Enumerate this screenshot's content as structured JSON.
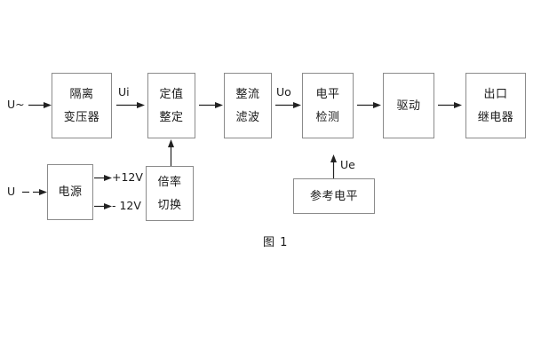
{
  "diagram": {
    "caption": "图 1",
    "blocks": [
      {
        "id": "isolation-transformer",
        "line1": "隔离",
        "line2": "变压器"
      },
      {
        "id": "setting-value",
        "line1": "定值",
        "line2": "整定"
      },
      {
        "id": "rectify-filter",
        "line1": "整流",
        "line2": "滤波"
      },
      {
        "id": "level-detection",
        "line1": "电平",
        "line2": "检测"
      },
      {
        "id": "drive",
        "line1": "驱动",
        "line2": ""
      },
      {
        "id": "output-relay",
        "line1": "出口",
        "line2": "继电器"
      },
      {
        "id": "power-supply",
        "line1": "电源",
        "line2": ""
      },
      {
        "id": "multiplier-switch",
        "line1": "倍率",
        "line2": "切换"
      },
      {
        "id": "reference-level",
        "line1": "参考电平",
        "line2": ""
      }
    ],
    "signals": {
      "input_ac": "U~",
      "input_dc": "U",
      "ui": "Ui",
      "uo": "Uo",
      "ue": "Ue",
      "rail_positive": "+12V",
      "rail_negative": "- 12V"
    },
    "colors": {
      "border": "#8b8b8b",
      "text": "#1a1a1a",
      "arrow": "#222222",
      "background": "#ffffff"
    }
  }
}
